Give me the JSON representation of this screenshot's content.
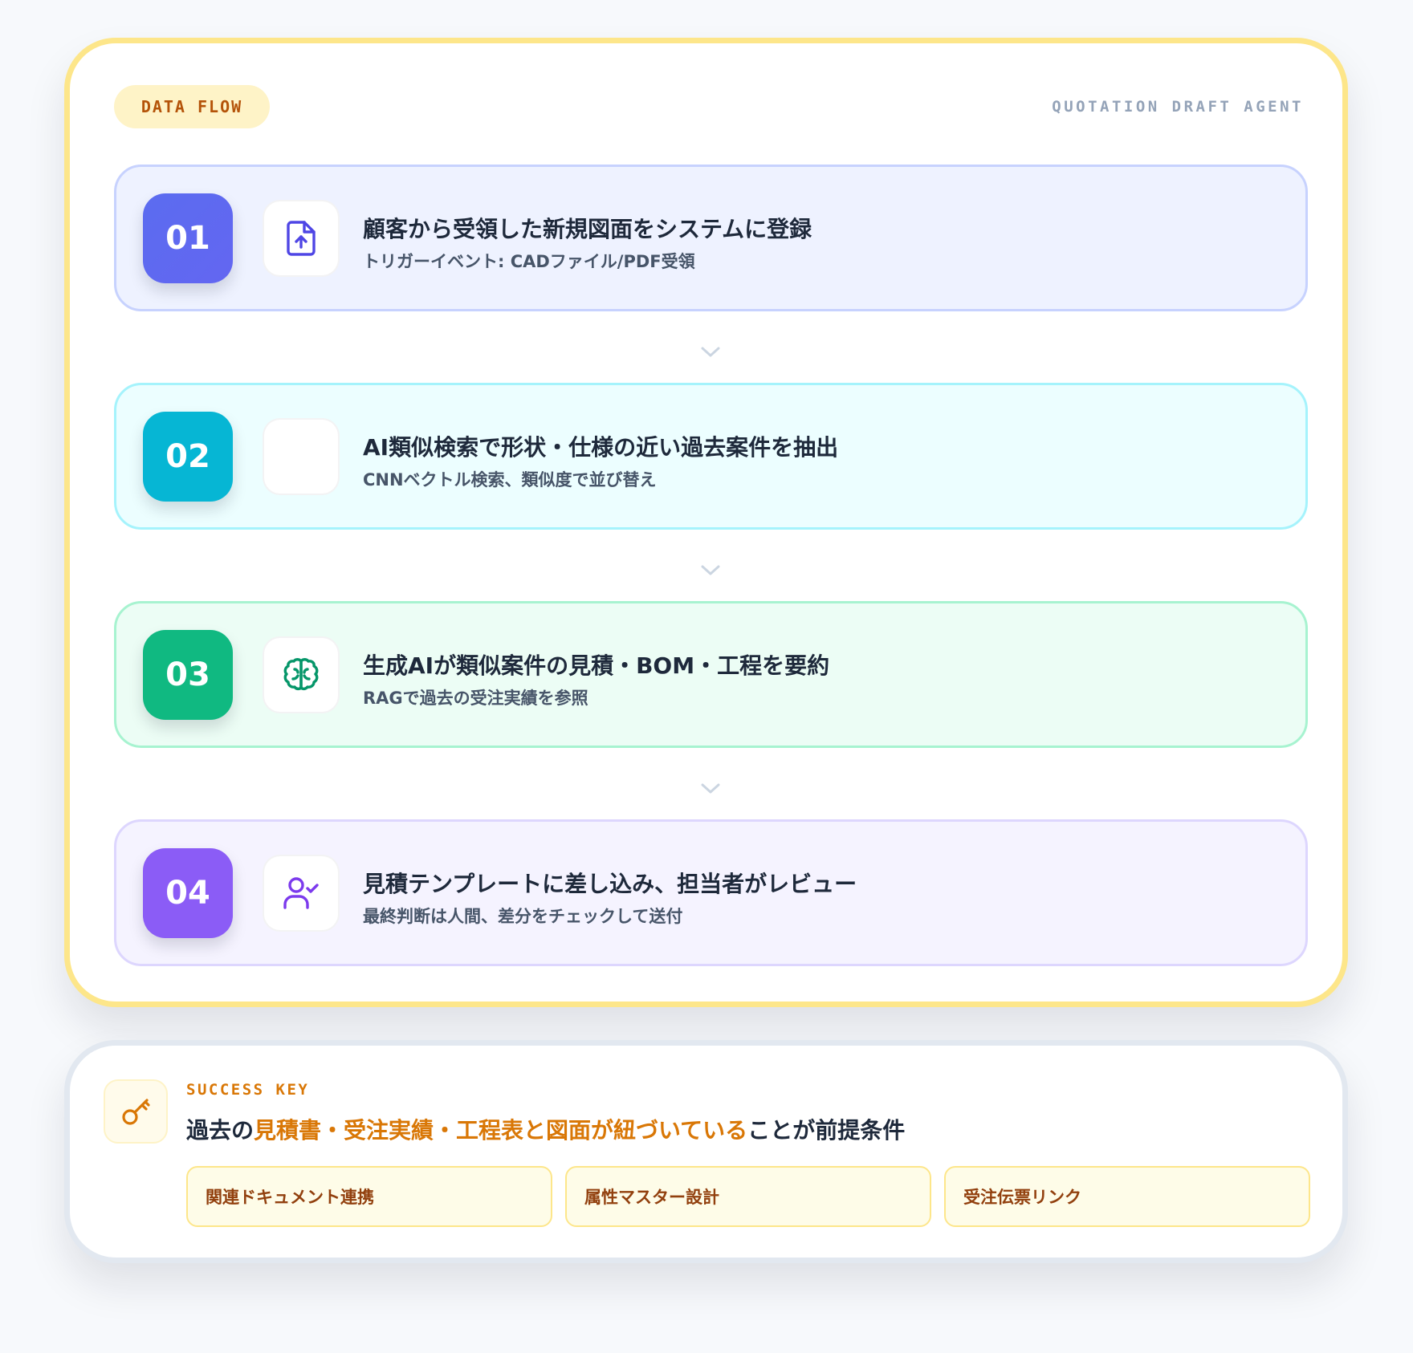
{
  "header": {
    "pill_label": "DATA FLOW",
    "agent_label": "QUOTATION DRAFT AGENT"
  },
  "steps": [
    {
      "number": "01",
      "icon": "file-upload-icon",
      "title": "顧客から受領した新規図面をシステムに登録",
      "subtitle": "トリガーイベント: CADファイル/PDF受領"
    },
    {
      "number": "02",
      "icon": "",
      "title": "AI類似検索で形状・仕様の近い過去案件を抽出",
      "subtitle": "CNNベクトル検索、類似度で並び替え"
    },
    {
      "number": "03",
      "icon": "brain-icon",
      "title": "生成AIが類似案件の見積・BOM・工程を要約",
      "subtitle": "RAGで過去の受注実績を参照"
    },
    {
      "number": "04",
      "icon": "user-check-icon",
      "title": "見積テンプレートに差し込み、担当者がレビュー",
      "subtitle": "最終判断は人間、差分をチェックして送付"
    }
  ],
  "success_key": {
    "label": "SUCCESS KEY",
    "text_before": "過去の",
    "text_highlight": "見積書・受注実績・工程表と図面が紐づいている",
    "text_after": "ことが前提条件",
    "icon": "key-icon",
    "chips": [
      "関連ドキュメント連携",
      "属性マスター設計",
      "受注伝票リンク"
    ]
  },
  "colors": {
    "accent_amber": "#d97706",
    "step1": "#6366f1",
    "step2": "#06b6d4",
    "step3": "#10b981",
    "step4": "#8b5cf6"
  }
}
